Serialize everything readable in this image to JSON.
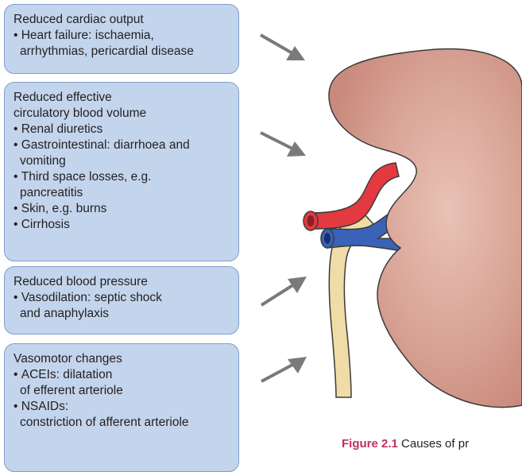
{
  "boxes": [
    {
      "heading": "Reduced cardiac output",
      "items": [
        {
          "lines": [
            "Heart failure: ischaemia,",
            "arrhythmias, pericardial disease"
          ]
        }
      ]
    },
    {
      "heading_lines": [
        "Reduced effective",
        "circulatory blood volume"
      ],
      "items": [
        {
          "lines": [
            "Renal diuretics"
          ]
        },
        {
          "lines": [
            "Gastrointestinal:  diarrhoea and",
            "vomiting"
          ]
        },
        {
          "lines": [
            "Third space losses, e.g.",
            "pancreatitis"
          ]
        },
        {
          "lines": [
            "Skin, e.g. burns"
          ]
        },
        {
          "lines": [
            "Cirrhosis"
          ]
        }
      ]
    },
    {
      "heading": "Reduced blood pressure",
      "items": [
        {
          "lines": [
            "Vasodilation: septic shock",
            "and anaphylaxis"
          ]
        }
      ]
    },
    {
      "heading": "Vasomotor changes",
      "items": [
        {
          "lines": [
            "ACEIs: dilatation",
            "of efferent arteriole"
          ]
        },
        {
          "lines": [
            "NSAIDs:",
            "constriction of afferent arteriole"
          ]
        }
      ]
    }
  ],
  "caption": {
    "figure_label": "Figure 2.1",
    "text": "Causes of pr"
  },
  "colors": {
    "box_fill": "#c3d5ec",
    "box_border": "#7f9fcb",
    "arrow": "#7a7a7a",
    "kidney": "#d8a092",
    "artery": "#e23a3f",
    "vein": "#3a63b8",
    "ureter": "#f0dca6",
    "caption_label": "#c0305a"
  }
}
